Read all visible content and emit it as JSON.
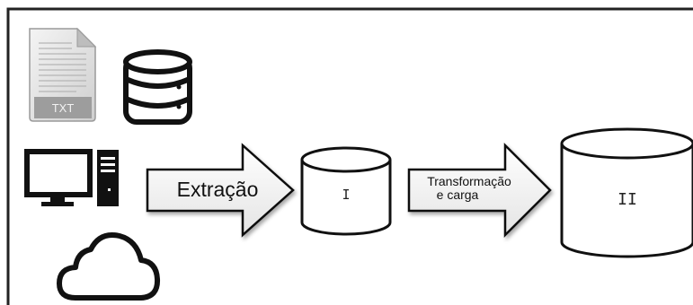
{
  "sources": {
    "txt_file": {
      "icon": "txt-file-icon",
      "label": "TXT"
    },
    "database": {
      "icon": "database-icon"
    },
    "computer": {
      "icon": "desktop-computer-icon"
    },
    "cloud": {
      "icon": "cloud-icon"
    }
  },
  "steps": {
    "extraction": {
      "label": "Extração"
    },
    "transformation": {
      "line1": "Transformação",
      "line2": "e carga"
    }
  },
  "stores": {
    "staging": {
      "label": "I"
    },
    "warehouse": {
      "label": "II"
    }
  }
}
